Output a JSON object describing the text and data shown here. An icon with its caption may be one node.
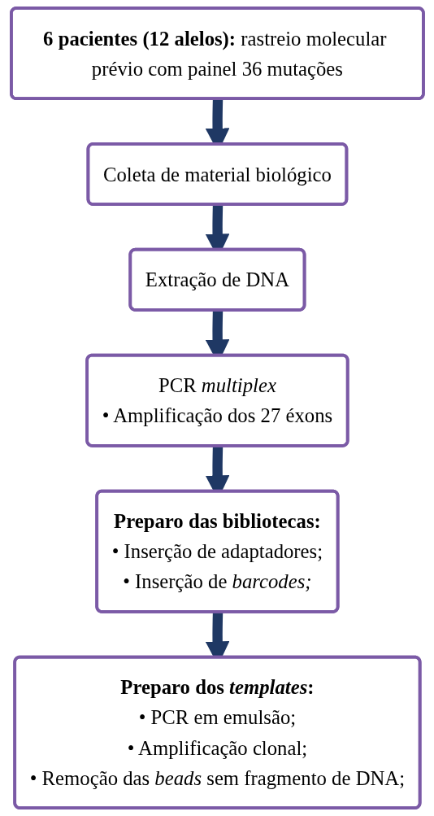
{
  "diagram": {
    "nodes": [
      {
        "text": [
          "**6 pacientes (12 alelos):** rastreio molecular prévio com painel 36 mutações"
        ]
      },
      {
        "text": [
          "Coleta de material biológico"
        ]
      },
      {
        "text": [
          "Extração de DNA"
        ]
      },
      {
        "text": [
          "PCR *multiplex*",
          "• Amplificação dos 27 éxons"
        ]
      },
      {
        "text": [
          "**Preparo das bibliotecas:**",
          "• Inserção de adaptadores;",
          "• Inserção de *barcodes;*"
        ]
      },
      {
        "text": [
          "**Preparo dos *templates*:**",
          "• PCR em emulsão;",
          "• Amplificação clonal;",
          "• Remoção das *beads* sem fragmento de DNA;"
        ]
      }
    ],
    "edges": [
      {
        "from": 0,
        "to": 1,
        "arrow": "to"
      },
      {
        "from": 1,
        "to": 2,
        "arrow": "to"
      },
      {
        "from": 2,
        "to": 3,
        "arrow": "to"
      },
      {
        "from": 3,
        "to": 4,
        "arrow": "to"
      },
      {
        "from": 4,
        "to": 5,
        "arrow": "to"
      }
    ]
  }
}
